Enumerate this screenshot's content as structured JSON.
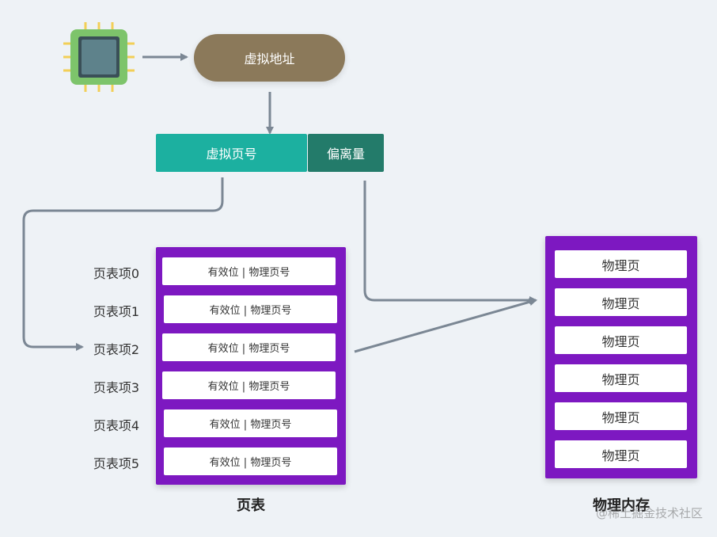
{
  "cpu": {
    "icon": "cpu-chip-icon"
  },
  "virtual_address": "虚拟地址",
  "vpn": "虚拟页号",
  "offset": "偏离量",
  "page_table": {
    "title": "页表",
    "entry_text": "有效位 | 物理页号",
    "entries": [
      {
        "label": "页表项0",
        "text": "有效位 | 物理页号"
      },
      {
        "label": "页表项1",
        "text": "有效位 | 物理页号"
      },
      {
        "label": "页表项2",
        "text": "有效位 | 物理页号"
      },
      {
        "label": "页表项3",
        "text": "有效位 | 物理页号"
      },
      {
        "label": "页表项4",
        "text": "有效位 | 物理页号"
      },
      {
        "label": "页表项5",
        "text": "有效位 | 物理页号"
      }
    ]
  },
  "physical_memory": {
    "title": "物理内存",
    "pages": [
      "物理页",
      "物理页",
      "物理页",
      "物理页",
      "物理页",
      "物理页"
    ]
  },
  "watermark": "@稀土掘金技术社区",
  "colors": {
    "cpu_green": "#7dc46b",
    "va_pill": "#8b795a",
    "vpn": "#1cb0a0",
    "offset": "#237b6a",
    "table_frame": "#7d18c1",
    "arrow": "#7b8794"
  }
}
